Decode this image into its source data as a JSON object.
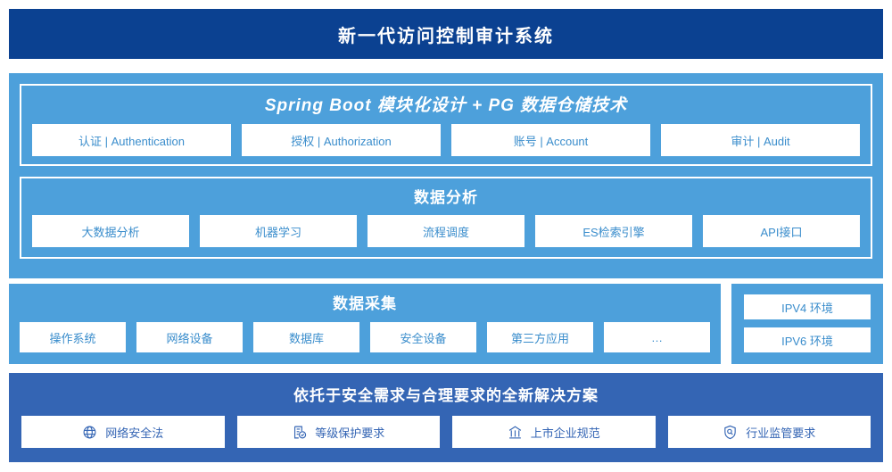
{
  "header": {
    "title": "新一代访问控制审计系统"
  },
  "architecture": {
    "springboot": {
      "title": "Spring Boot 模块化设计 + PG 数据仓储技术",
      "items": [
        {
          "label": "认证 | Authentication"
        },
        {
          "label": "授权 | Authorization"
        },
        {
          "label": "账号 | Account"
        },
        {
          "label": "审计 | Audit"
        }
      ]
    },
    "analysis": {
      "title": "数据分析",
      "items": [
        {
          "label": "大数据分析"
        },
        {
          "label": "机器学习"
        },
        {
          "label": "流程调度"
        },
        {
          "label": "ES检索引擎"
        },
        {
          "label": "API接口"
        }
      ]
    }
  },
  "collection": {
    "title": "数据采集",
    "items": [
      {
        "label": "操作系统"
      },
      {
        "label": "网络设备"
      },
      {
        "label": "数据库"
      },
      {
        "label": "安全设备"
      },
      {
        "label": "第三方应用"
      },
      {
        "label": "…"
      }
    ]
  },
  "environment": {
    "items": [
      {
        "label": "IPV4 环境"
      },
      {
        "label": "IPV6 环境"
      }
    ]
  },
  "compliance": {
    "title": "依托于安全需求与合理要求的全新解决方案",
    "items": [
      {
        "label": "网络安全法",
        "icon": "globe-icon"
      },
      {
        "label": "等级保护要求",
        "icon": "document-check-icon"
      },
      {
        "label": "上市企业规范",
        "icon": "bank-icon"
      },
      {
        "label": "行业监管要求",
        "icon": "shield-search-icon"
      }
    ]
  },
  "colors": {
    "header_navy": "#0B4191",
    "panel_blue": "#4DA0DB",
    "compliance_blue": "#3465B4",
    "cell_text_blue": "#3A8DCC",
    "white": "#FFFFFF"
  }
}
